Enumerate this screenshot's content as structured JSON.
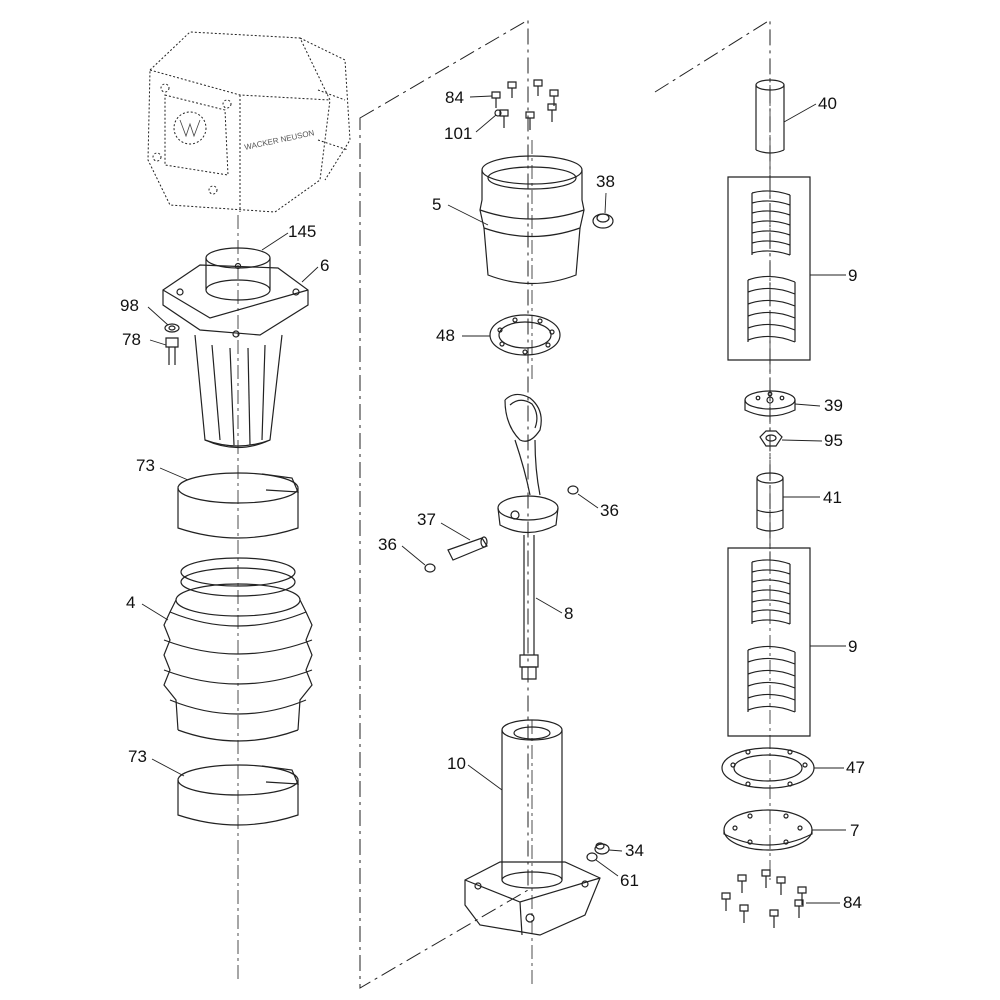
{
  "diagram": {
    "labels": {
      "p145": "145",
      "p6": "6",
      "p98": "98",
      "p78": "78",
      "p73a": "73",
      "p4": "4",
      "p73b": "73",
      "p84a": "84",
      "p101": "101",
      "p38": "38",
      "p5": "5",
      "p48": "48",
      "p36a": "36",
      "p37": "37",
      "p36b": "36",
      "p8": "8",
      "p10": "10",
      "p34": "34",
      "p61": "61",
      "p40": "40",
      "p9a": "9",
      "p39": "39",
      "p95": "95",
      "p41": "41",
      "p9b": "9",
      "p47": "47",
      "p7": "7",
      "p84b": "84"
    },
    "logo_text": "WACKER NEUSON"
  }
}
